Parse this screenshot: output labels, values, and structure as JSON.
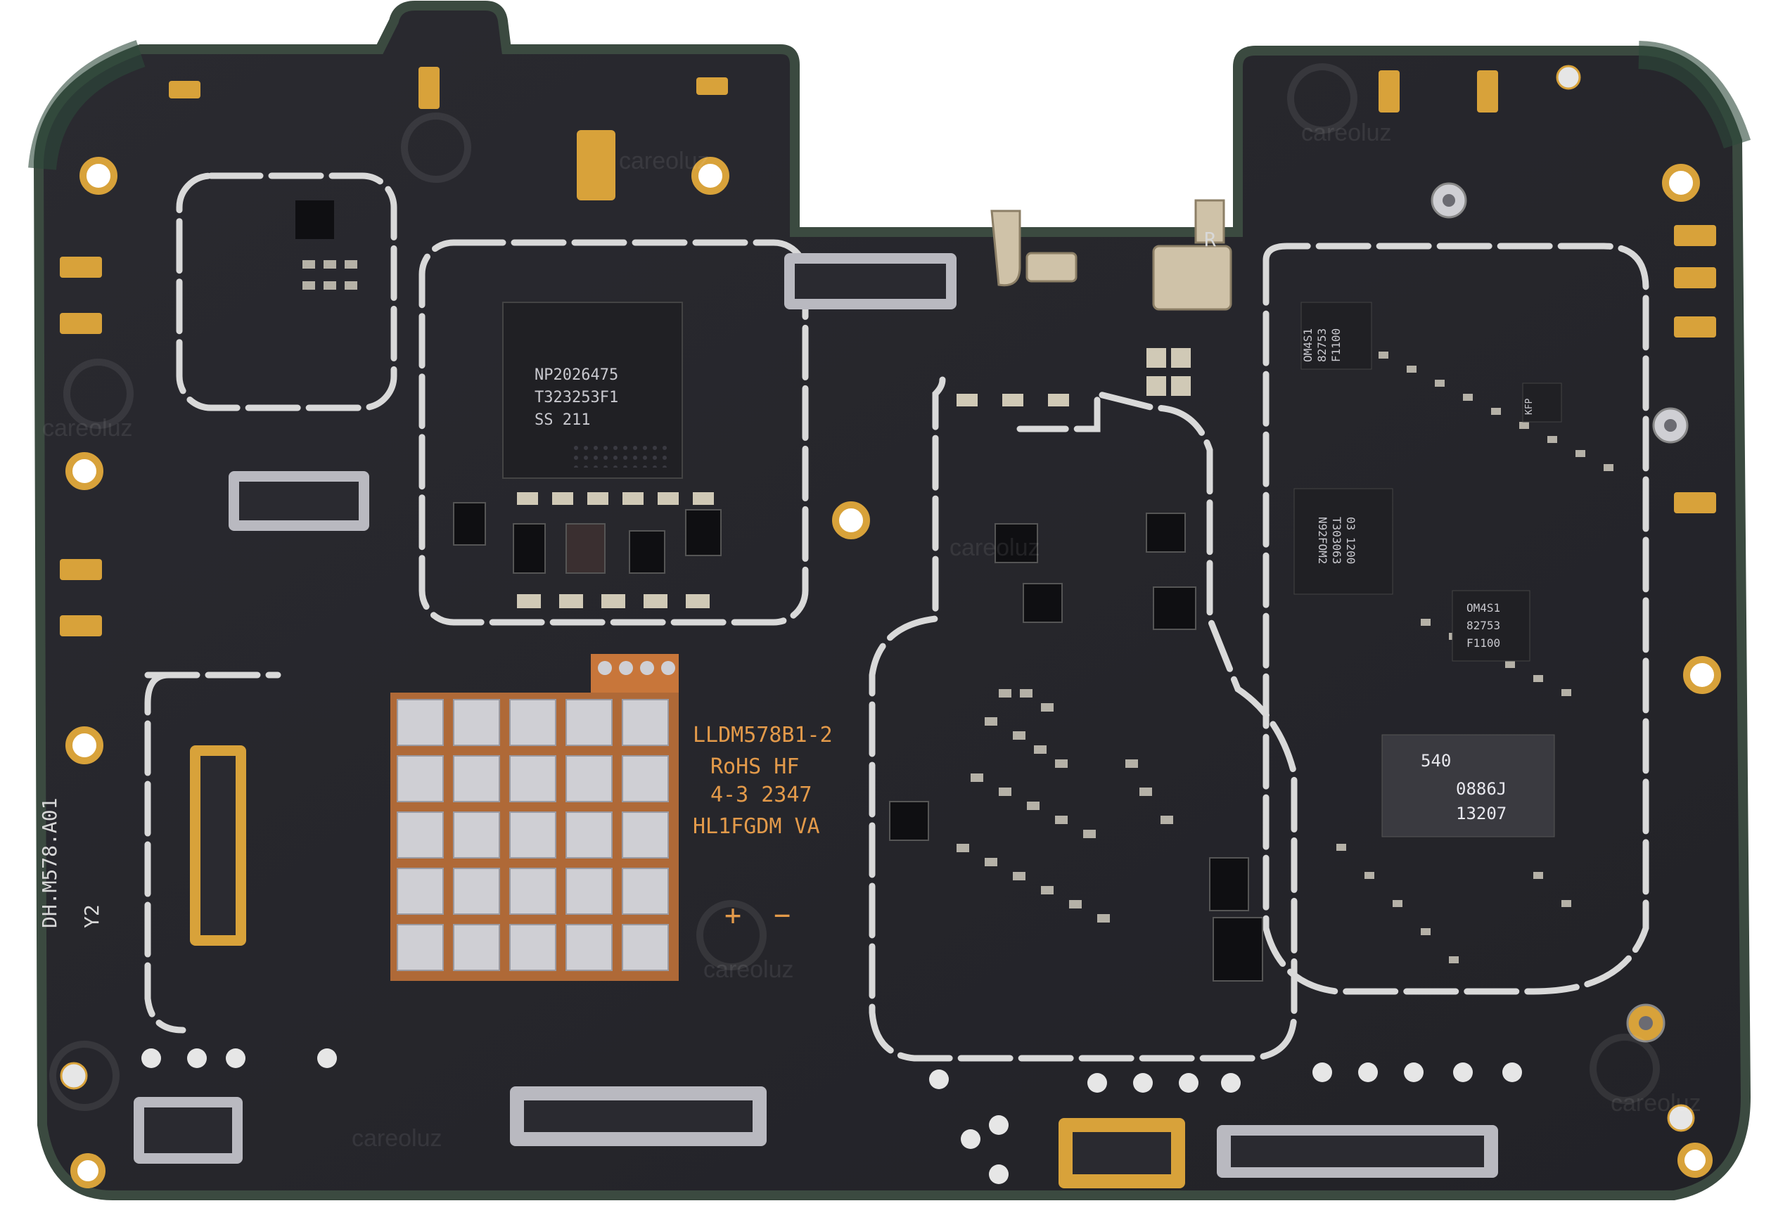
{
  "board": {
    "colors": {
      "background": "#ffffff",
      "pcb": "#27272d",
      "pcb_dark": "#1d1d22",
      "pcb_edge": "#3b4a40",
      "shield_weld": "#d9d9d9",
      "pad_gold": "#d8a23a",
      "copper": "#c8763a",
      "silk": "#e39a4a",
      "silk_white": "#d8d8d8",
      "ic_body": "#202024",
      "ic_text": "#c9c9cf"
    },
    "chips": {
      "main_ic": [
        "NP2026475",
        "T323253F1",
        "SS 211"
      ],
      "rf_top": [
        "OM4S1",
        "82753",
        "F1100"
      ],
      "rf_mid": [
        "N92FOM2",
        "T303063",
        "03 1200"
      ],
      "rf_low": [
        "OM4S1",
        "82753",
        "F1100"
      ],
      "rf_big": [
        "540",
        "0886J",
        "13207"
      ],
      "small_tag": "KFP"
    },
    "silkscreen": {
      "block": [
        "LLDM578B1-2",
        "RoHS HF",
        "4-3 2347",
        "HL1FGDM VA"
      ],
      "side_label": "DH.M578.A01",
      "side_label2": "Y2",
      "plus": "+",
      "minus": "−",
      "connector_mark": "R"
    },
    "watermark": "careoluz",
    "icons": [
      "fiducial-icon",
      "mounting-hole-icon",
      "antenna-connector-icon",
      "watermark-logo-icon"
    ]
  }
}
